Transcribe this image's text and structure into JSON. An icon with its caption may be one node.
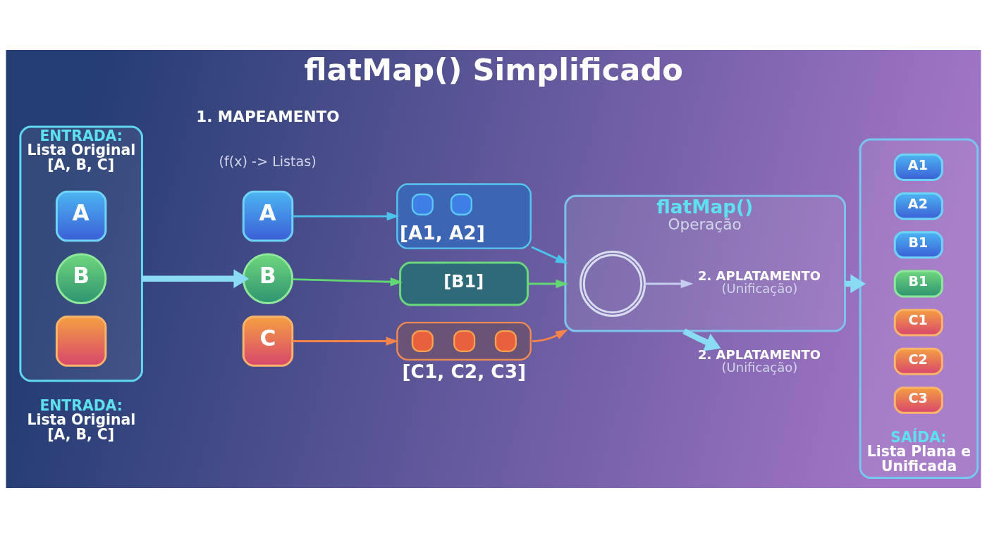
{
  "diagram": {
    "title": "flatMap() Simplificado",
    "nodes": [
      {
        "text": [
          "ENTRADA:",
          "Lista Original [A, B, C]"
        ],
        "beside": [
          "ENTRADA:",
          "Lista Original [A, B, C]"
        ]
      },
      {
        "text": [
          "A"
        ],
        "in": 0
      },
      {
        "text": [
          "B"
        ],
        "in": 0
      },
      {
        "text": [],
        "shape": "box",
        "in": 0
      },
      {
        "text": [
          "A"
        ]
      },
      {
        "text": [
          "B"
        ]
      },
      {
        "text": [
          "C"
        ]
      },
      {
        "text": [
          "[A1, A2]"
        ]
      },
      {
        "text": [
          "[B1]"
        ]
      },
      {
        "text": [
          "[C1, C2, C3]"
        ]
      },
      {
        "text": [
          "flatMap()",
          "Operação"
        ]
      },
      {
        "text": [],
        "shape": "picture",
        "in": 10
      },
      {
        "text": [
          "2. APLATAMENTO",
          "(Unificação)"
        ],
        "in": 10
      },
      {
        "text": [
          "2. APLATAMENTO",
          "(Unificação)"
        ]
      },
      {
        "text": [
          "SAÍDA:",
          "Lista Plana e Unificada"
        ]
      },
      {
        "text": [
          "A1"
        ],
        "in": 14
      },
      {
        "text": [
          "A2"
        ],
        "in": 14
      },
      {
        "text": [
          "B1"
        ],
        "in": 14
      },
      {
        "text": [
          "B1"
        ],
        "in": 14
      },
      {
        "text": [
          "C1"
        ],
        "in": 14
      },
      {
        "text": [
          "C2"
        ],
        "in": 14
      },
      {
        "text": [
          "C3"
        ],
        "in": 14
      }
    ],
    "edges": [
      {
        "from": 0,
        "to": 5,
        "arrow": "to",
        "style": "thick",
        "color": "#8adcf4"
      },
      {
        "from": 4,
        "to": 7,
        "arrow": "to",
        "color": "#4cc3ec"
      },
      {
        "from": 5,
        "to": 8,
        "arrow": "to",
        "color": "#62d873"
      },
      {
        "from": 6,
        "to": 9,
        "arrow": "to",
        "color": "#f4844c"
      },
      {
        "from": 7,
        "to": 10,
        "arrow": "to",
        "color": "#4cc3ec"
      },
      {
        "from": 8,
        "to": 10,
        "arrow": "to",
        "color": "#62d873"
      },
      {
        "from": 9,
        "to": 10,
        "arrow": "to",
        "color": "#f4844c"
      },
      {
        "from": 11,
        "to": 12,
        "arrow": "to",
        "color": "#c5cdf0"
      },
      {
        "from": 10,
        "to": 13,
        "arrow": "to",
        "style": "thick",
        "color": "#8adcf4"
      },
      {
        "from": 10,
        "to": 14,
        "arrow": "to",
        "style": "thick",
        "color": "#8adcf4"
      }
    ],
    "labels": [
      "1. MAPEAMENTO",
      "(f(x) -> Listas)"
    ]
  }
}
